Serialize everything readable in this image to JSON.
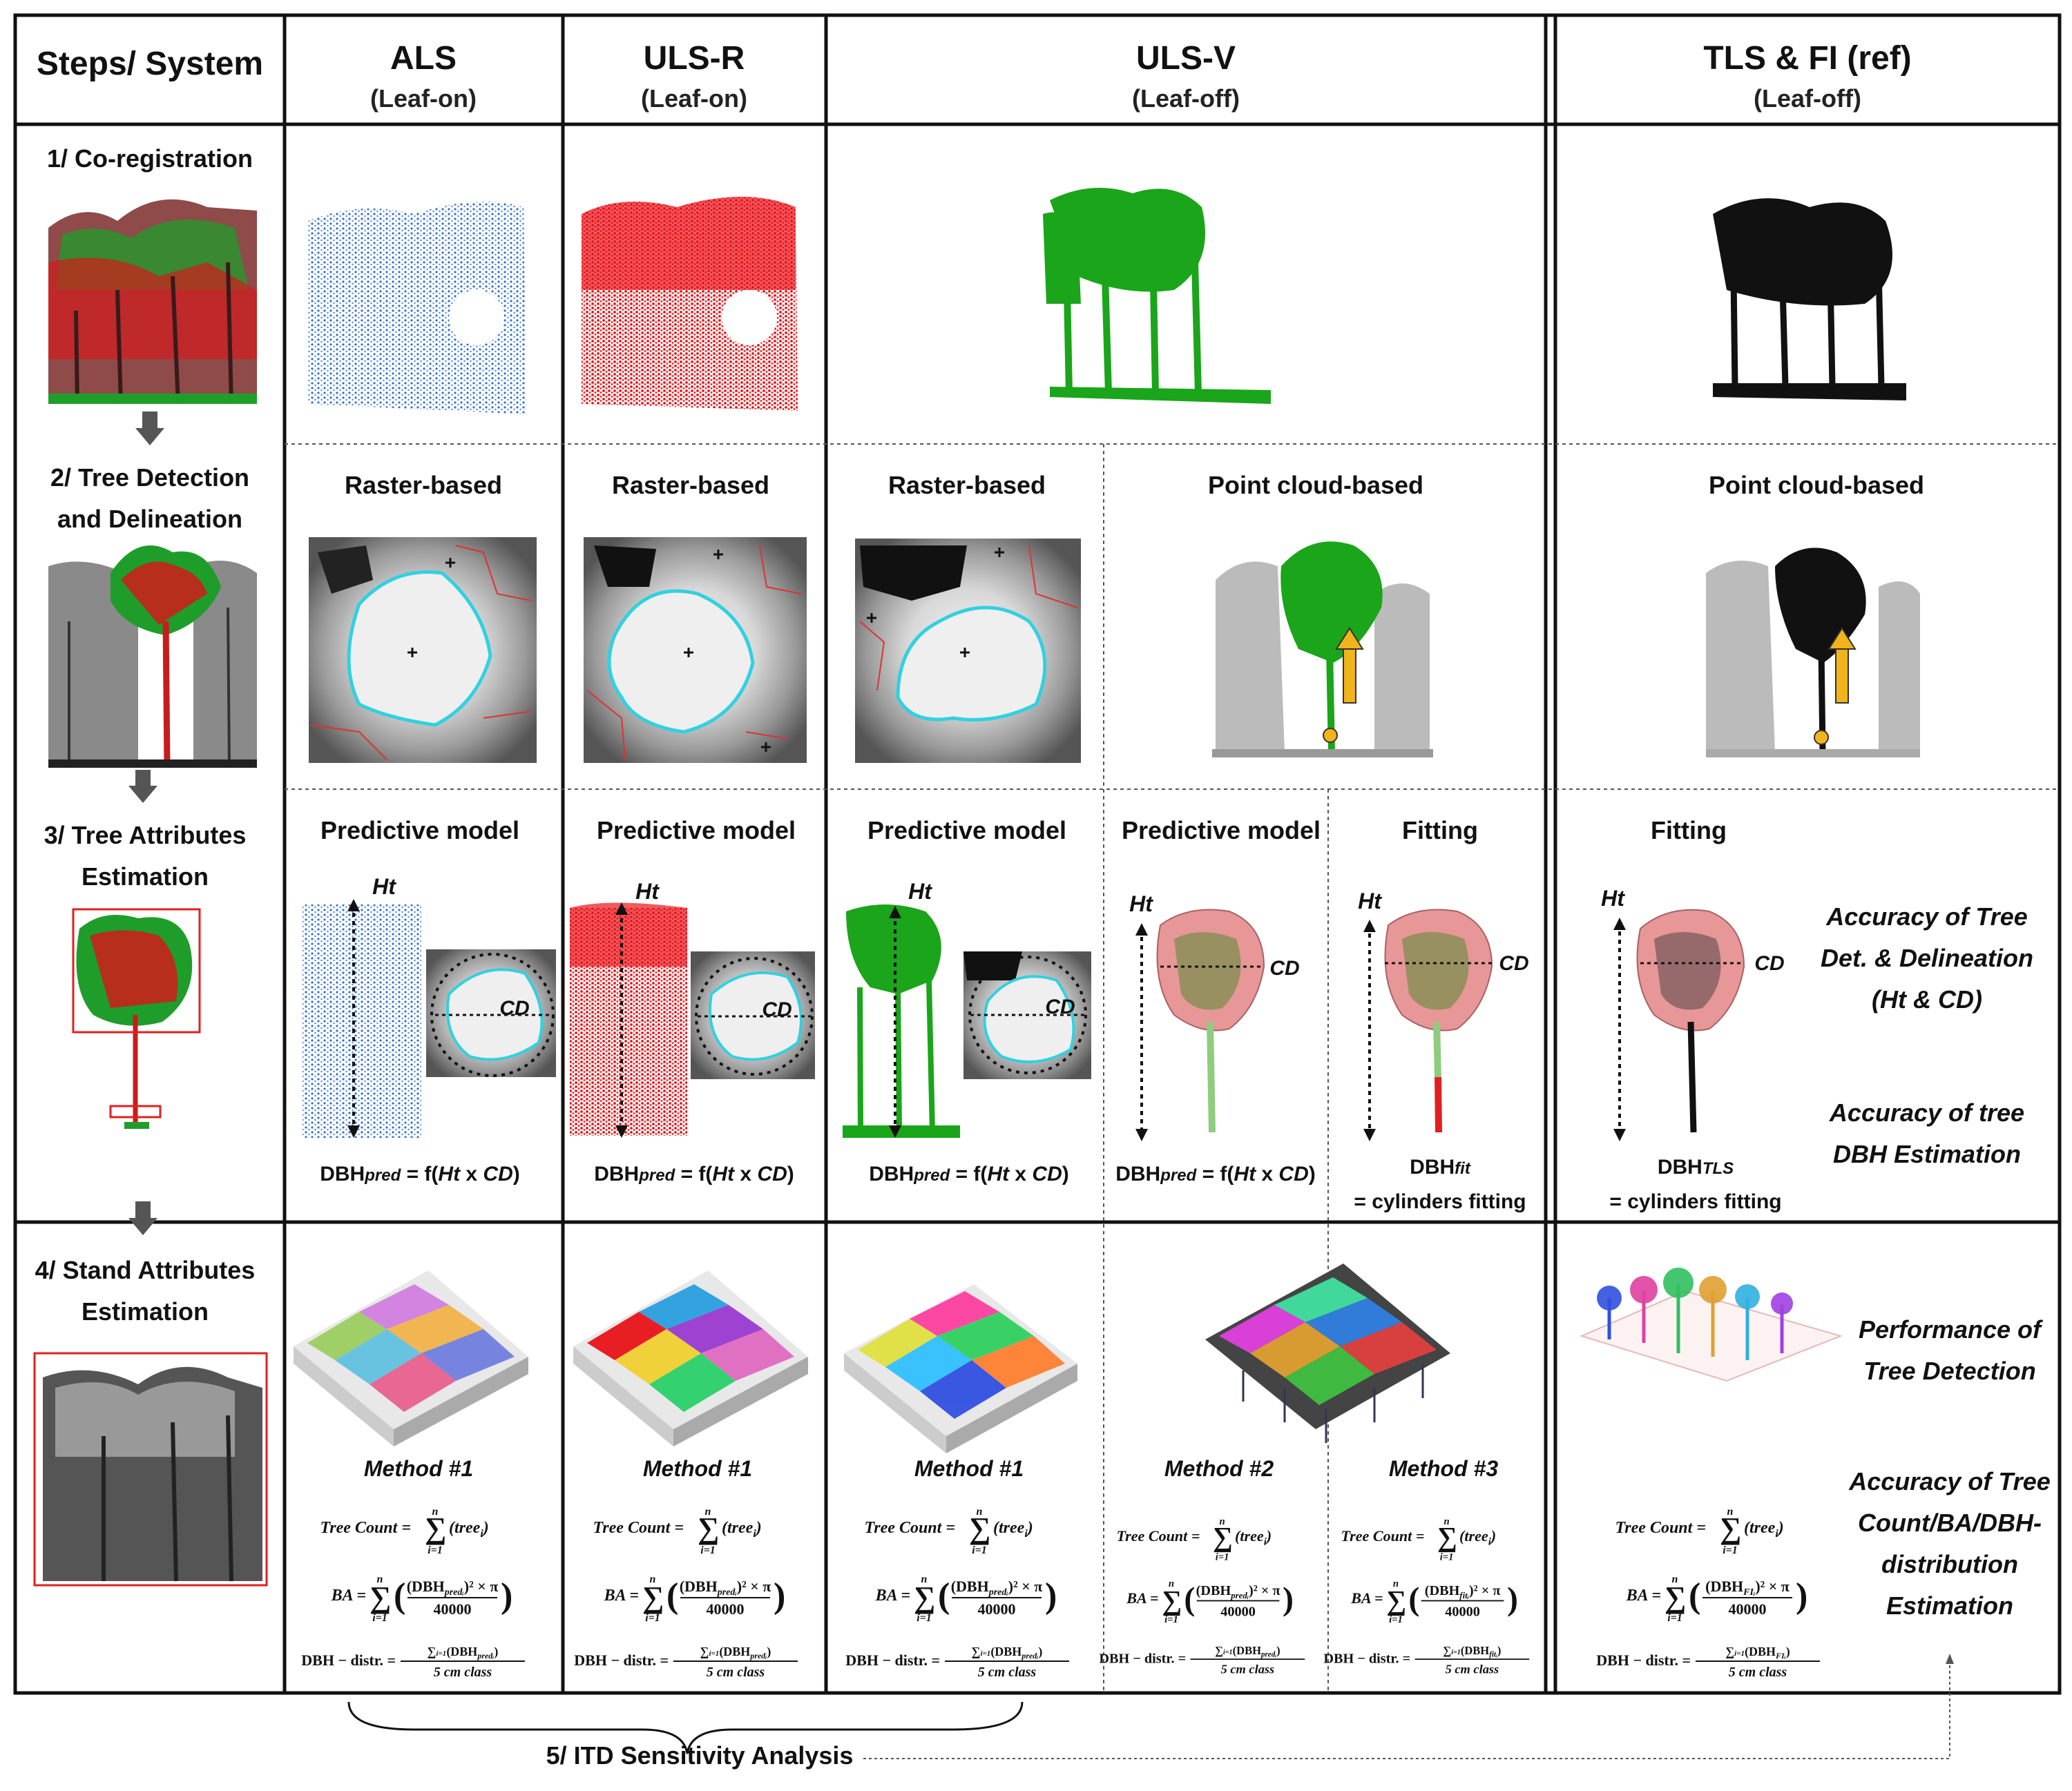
{
  "header": {
    "steps": "Steps/ System",
    "als": "ALS",
    "als_sub": "(Leaf-on)",
    "ulsr": "ULS-R",
    "ulsr_sub": "(Leaf-on)",
    "ulsv": "ULS-V",
    "ulsv_sub": "(Leaf-off)",
    "tls": "TLS & FI (ref)",
    "tls_sub": "(Leaf-off)"
  },
  "steps": {
    "s1": "1/ Co-registration",
    "s2a": "2/ Tree Detection",
    "s2b": "and Delineation",
    "s3a": "3/ Tree Attributes",
    "s3b": "Estimation",
    "s4a": "4/ Stand Attributes",
    "s4b": "Estimation",
    "s5": "5/ ITD Sensitivity Analysis"
  },
  "row2": {
    "raster": "Raster-based",
    "pointcloud": "Point cloud-based"
  },
  "row3": {
    "predictive": "Predictive model",
    "fitting": "Fitting",
    "ht": "Ht",
    "cd": "CD",
    "dbh_pred_a": "DBH",
    "dbh_pred_sub": "pred",
    "dbh_pred_eq": " = f(",
    "dbh_pred_ht": "Ht",
    "dbh_pred_x": " x ",
    "dbh_pred_cd": "CD",
    "dbh_pred_close": ")",
    "dbh_fit_a": "DBH",
    "dbh_fit_sub": "fit",
    "dbh_tls_a": "DBH",
    "dbh_tls_sub": "TLS",
    "cyl": "= cylinders fitting"
  },
  "side": {
    "acc1a": "Accuracy of Tree",
    "acc1b": "Det. & Delineation",
    "acc1c": "(Ht & CD)",
    "acc2a": "Accuracy of tree",
    "acc2b": "DBH Estimation",
    "perf_a": "Performance of",
    "perf_b": "Tree Detection",
    "acc3a": "Accuracy of Tree",
    "acc3b": "Count/BA/DBH-",
    "acc3c": "distribution",
    "acc3d": "Estimation"
  },
  "row4": {
    "m1": "Method #1",
    "m2": "Method #2",
    "m3": "Method #3",
    "tc_lhs": "Tree  Count =",
    "tc_rhs": "(tree",
    "ba_lhs": "BA =",
    "denom": "40000",
    "dist_lhs": "DBH − distr. =",
    "dist_den": "5  cm  class",
    "sum_top": "n",
    "sum_bot": "i=1"
  },
  "colors": {
    "als": "#2f6fd6",
    "ulsr": "#e8141b",
    "ulsv": "#1aa51a",
    "tls": "#111111",
    "cyan": "#31d1e0",
    "arrow": "#f2b41c",
    "redbox": "#e02020",
    "crown": "#e58c8c"
  }
}
